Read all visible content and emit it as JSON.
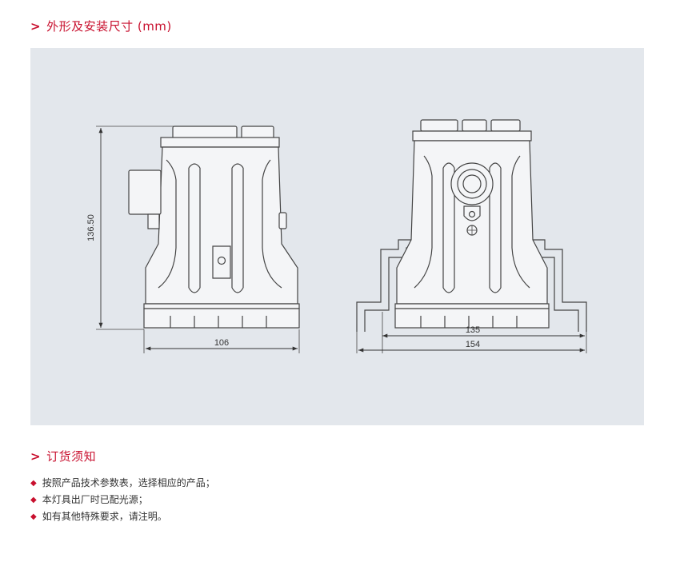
{
  "sections": {
    "dimensions": {
      "chevron": ">",
      "title": "外形及安装尺寸 (mm)"
    },
    "ordering": {
      "chevron": ">",
      "title": "订货须知"
    }
  },
  "drawing": {
    "dim_height": "136.50",
    "dim_width_side": "106",
    "dim_mount_inner": "135",
    "dim_mount_outer": "154"
  },
  "notes": {
    "bullet": "◆",
    "items": [
      "按照产品技术参数表，选择相应的产品；",
      "本灯具出厂时已配光源；",
      "如有其他特殊要求，请注明。"
    ]
  },
  "colors": {
    "accent": "#c8102e",
    "panel": "#e3e7ec",
    "line": "#444444"
  }
}
